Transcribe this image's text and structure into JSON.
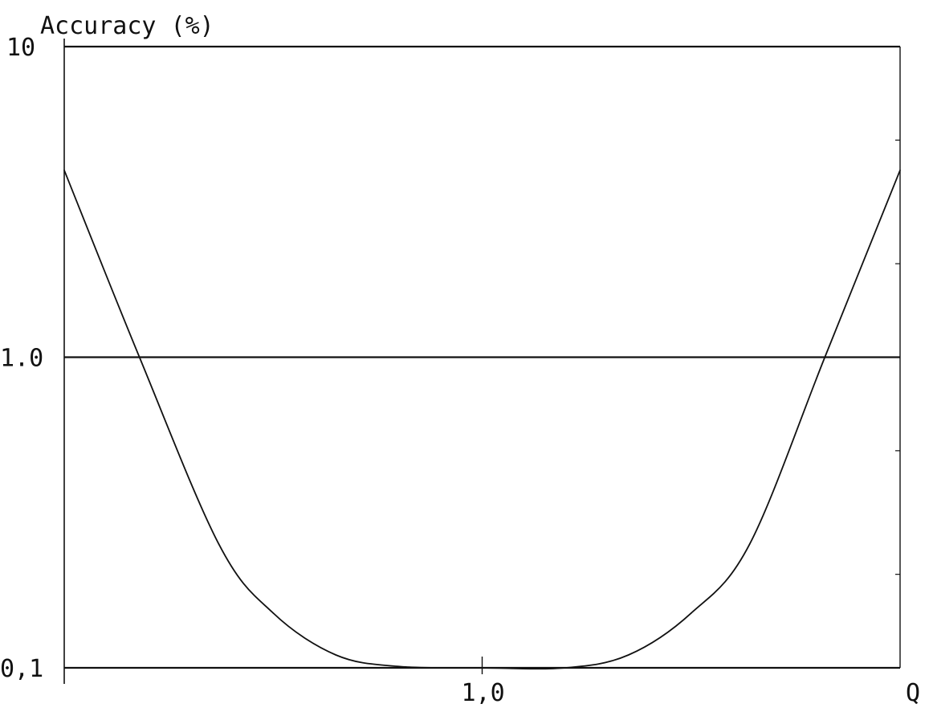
{
  "chart_data": {
    "type": "line",
    "title": "",
    "ylabel": "Accuracy (%)",
    "xlabel": "Q",
    "yscale": "log",
    "ylim": [
      0.1,
      10
    ],
    "xlim": [
      0,
      2
    ],
    "y_ticks": [
      {
        "value": 10,
        "label": "10"
      },
      {
        "value": 1.0,
        "label": "1.0"
      },
      {
        "value": 0.1,
        "label": "0,1"
      }
    ],
    "x_ticks": [
      {
        "value": 1.0,
        "label": "1,0"
      }
    ],
    "grid_y": [
      10,
      1.0,
      0.1
    ],
    "series": [
      {
        "x": [
          0.0,
          0.18,
          0.37,
          0.5,
          0.65,
          0.8,
          1.0,
          1.2,
          1.35,
          1.5,
          1.64,
          1.82,
          2.0
        ],
        "y": [
          4.0,
          1.0,
          0.25,
          0.15,
          0.11,
          0.101,
          0.1,
          0.1,
          0.11,
          0.15,
          0.25,
          1.0,
          4.0
        ]
      }
    ],
    "colors": {
      "line": "#111111",
      "axis": "#111111"
    }
  }
}
